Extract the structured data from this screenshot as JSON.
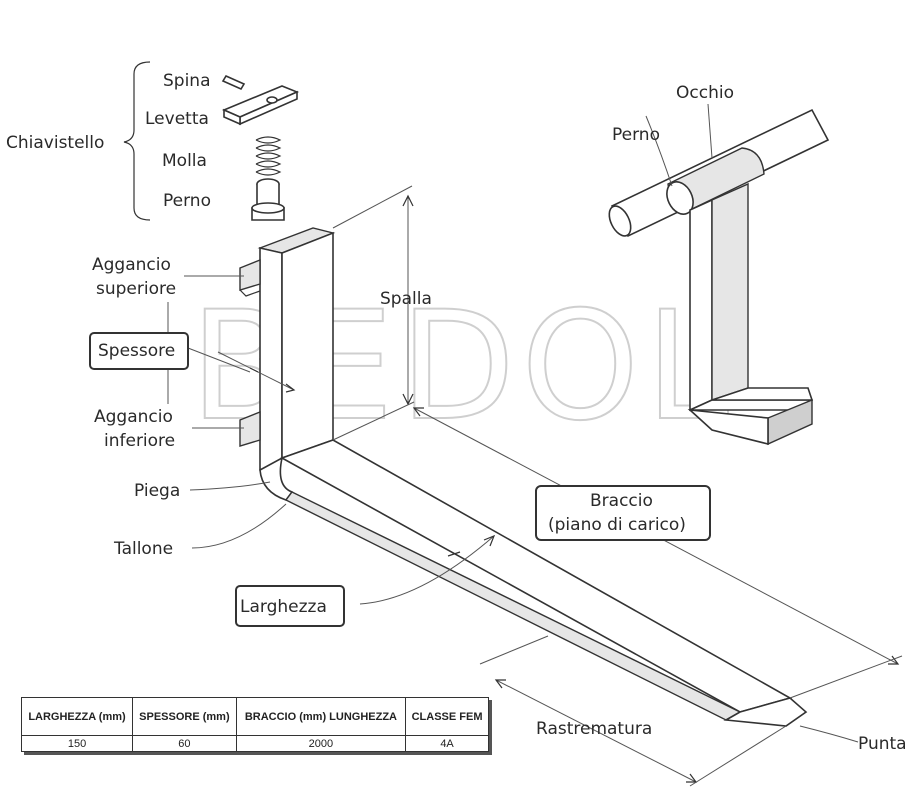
{
  "watermark": "BEDOL",
  "labels": {
    "spina": "Spina",
    "levetta": "Levetta",
    "chiavistello": "Chiavistello",
    "molla": "Molla",
    "perno_pin": "Perno",
    "aggancio_sup_1": "Aggancio",
    "aggancio_sup_2": "superiore",
    "spessore": "Spessore",
    "aggancio_inf_1": "Aggancio",
    "aggancio_inf_2": "inferiore",
    "piega": "Piega",
    "tallone": "Tallone",
    "larghezza": "Larghezza",
    "spalla": "Spalla",
    "braccio_1": "Braccio",
    "braccio_2": "(piano di carico)",
    "rastrematura": "Rastrematura",
    "punta": "Punta",
    "occhio": "Occhio",
    "perno_shaft": "Perno"
  },
  "table": {
    "headers": [
      "LARGHEZZA (mm)",
      "SPESSORE (mm)",
      "BRACCIO (mm) LUNGHEZZA",
      "CLASSE FEM"
    ],
    "row": [
      "150",
      "60",
      "2000",
      "4A"
    ]
  }
}
